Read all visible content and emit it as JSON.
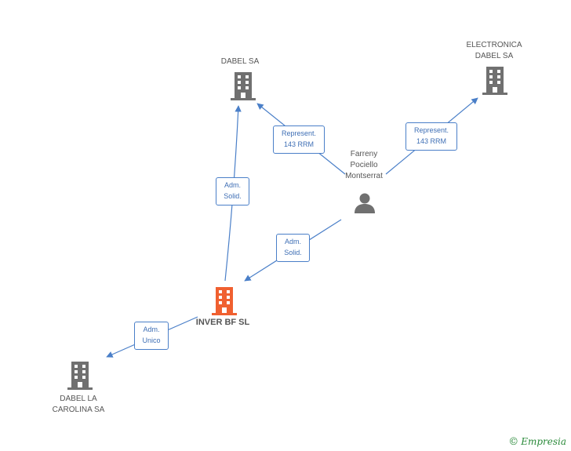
{
  "nodes": {
    "inver": {
      "name": "INVER BF SL",
      "type": "company",
      "color": "#f06030"
    },
    "dabel": {
      "name": "DABEL SA",
      "type": "company",
      "color": "#707070"
    },
    "electronica": {
      "line1": "ELECTRONICA",
      "line2": "DABEL SA",
      "type": "company",
      "color": "#707070"
    },
    "carolina": {
      "line1": "DABEL LA",
      "line2": "CAROLINA SA",
      "type": "company",
      "color": "#707070"
    },
    "person": {
      "line1": "Farreny",
      "line2": "Pociello",
      "line3": "Montserrat",
      "type": "person",
      "color": "#707070"
    }
  },
  "edges": {
    "inver_dabel": {
      "line1": "Adm.",
      "line2": "Solid."
    },
    "person_dabel": {
      "line1": "Represent.",
      "line2": "143 RRM"
    },
    "person_electronica": {
      "line1": "Represent.",
      "line2": "143 RRM"
    },
    "person_inver": {
      "line1": "Adm.",
      "line2": "Solid."
    },
    "inver_carolina": {
      "line1": "Adm.",
      "line2": "Unico"
    }
  },
  "colors": {
    "edge": "#4a7fc8"
  },
  "icons": {
    "company": "building-icon",
    "person": "person-icon"
  },
  "brand": {
    "copyright": "©",
    "name": "Empresia"
  }
}
